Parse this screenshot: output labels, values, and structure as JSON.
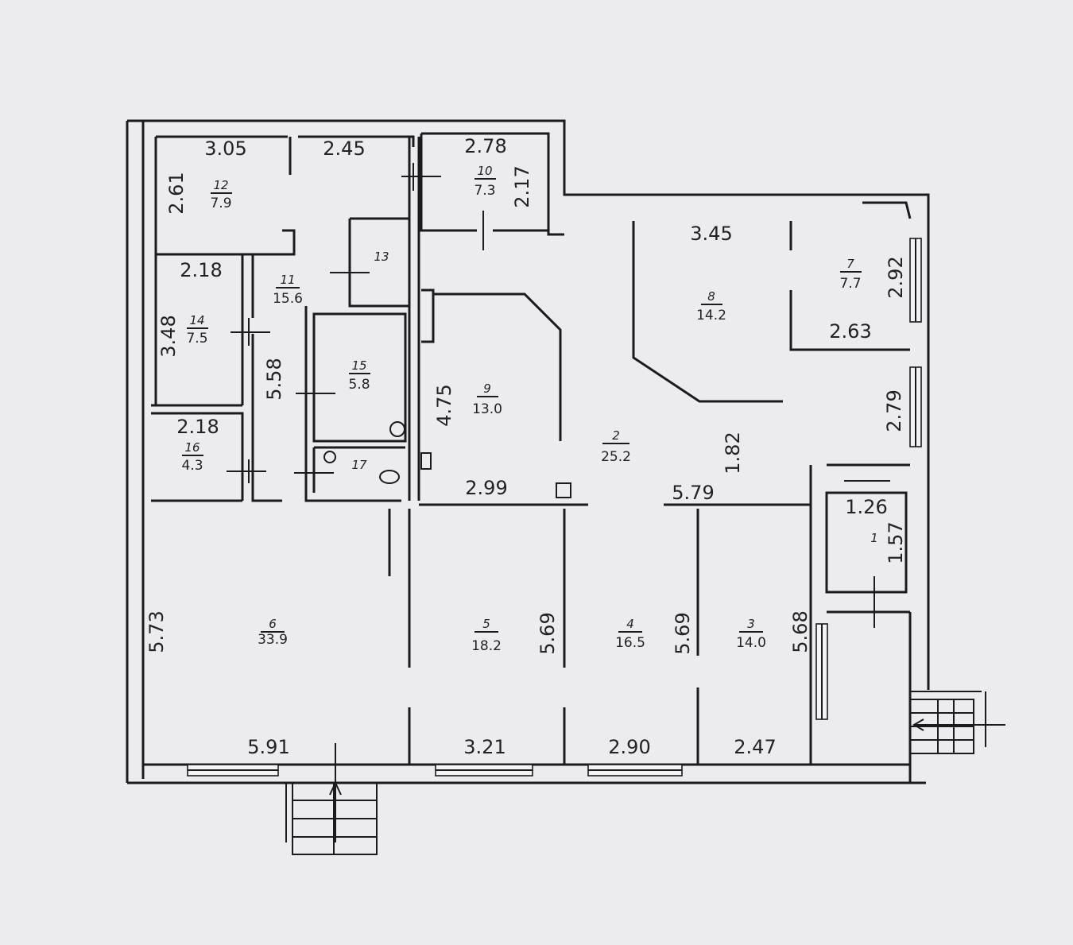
{
  "colors": {
    "background": "#ecebf0",
    "paper": "#f4f3f6",
    "ink": "#1b1b1b"
  },
  "rooms": [
    {
      "number": "1",
      "area": ""
    },
    {
      "number": "2",
      "area": "25.2"
    },
    {
      "number": "3",
      "area": "14.0"
    },
    {
      "number": "4",
      "area": "16.5"
    },
    {
      "number": "5",
      "area": "18.2"
    },
    {
      "number": "6",
      "area": "33.9"
    },
    {
      "number": "7",
      "area": "7.7"
    },
    {
      "number": "8",
      "area": "14.2"
    },
    {
      "number": "9",
      "area": "13.0"
    },
    {
      "number": "10",
      "area": "7.3"
    },
    {
      "number": "11",
      "area": "15.6"
    },
    {
      "number": "12",
      "area": "7.9"
    },
    {
      "number": "13",
      "area": ""
    },
    {
      "number": "14",
      "area": "7.5"
    },
    {
      "number": "15",
      "area": "5.8"
    },
    {
      "number": "16",
      "area": "4.3"
    },
    {
      "number": "17",
      "area": ""
    }
  ],
  "dimensions": [
    "3.05",
    "2.45",
    "2.78",
    "2.17",
    "2.61",
    "2.18",
    "3.48",
    "5.58",
    "2.18",
    "3.45",
    "2.92",
    "2.63",
    "2.79",
    "4.75",
    "1.82",
    "2.99",
    "5.79",
    "1.26",
    "1.57",
    "5.73",
    "5.69",
    "5.69",
    "5.68",
    "5.91",
    "3.21",
    "2.90",
    "2.47"
  ]
}
